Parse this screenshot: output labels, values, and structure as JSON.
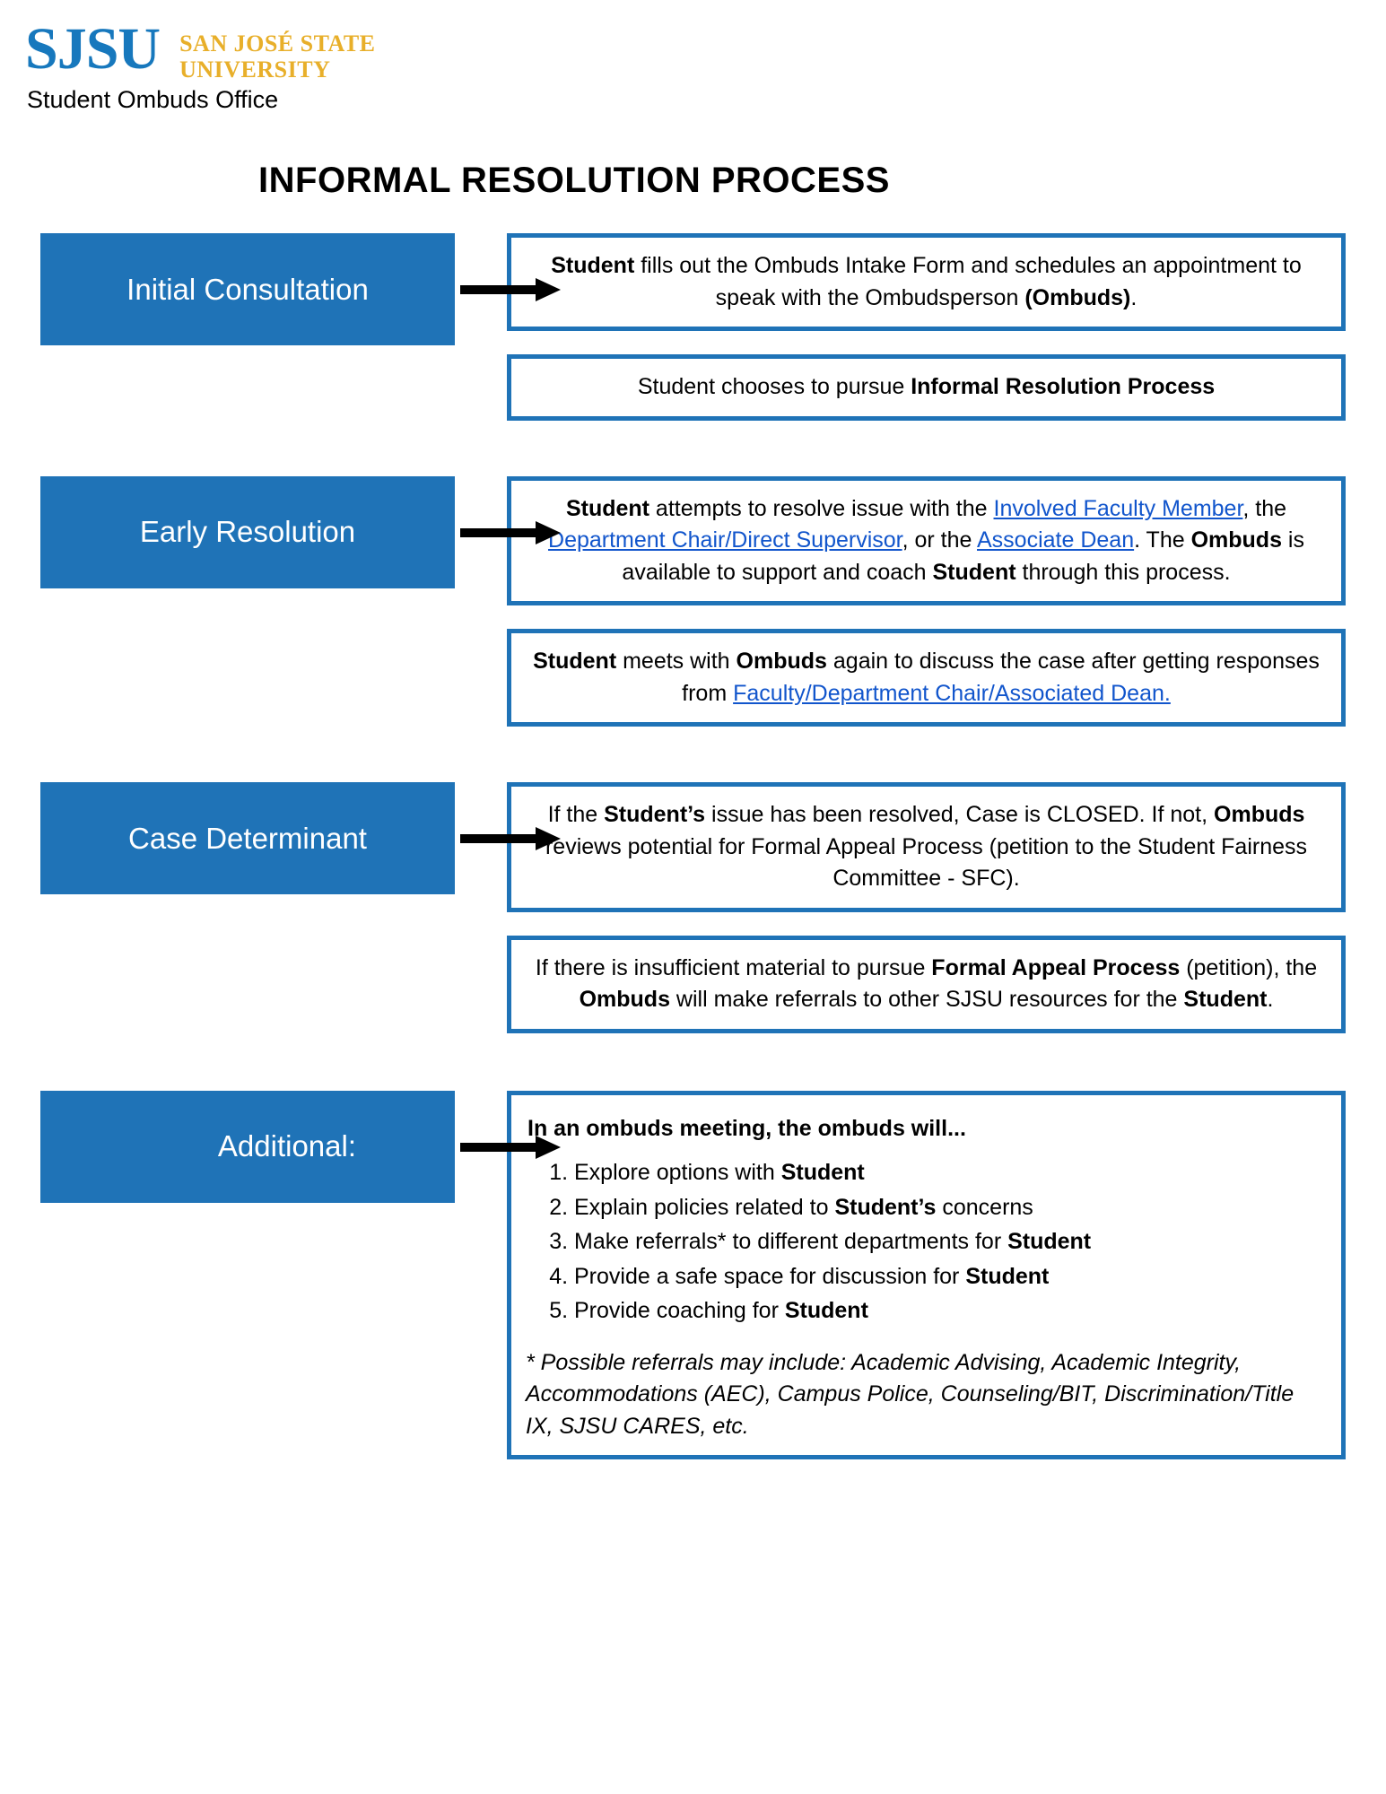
{
  "header": {
    "logo_mark": "SJSU",
    "logo_line1": "SAN JOSÉ STATE",
    "logo_line2": "UNIVERSITY",
    "office": "Student Ombuds Office",
    "brand_blue": "#1778bd",
    "brand_gold": "#e8af2a"
  },
  "document": {
    "title": "INFORMAL RESOLUTION PROCESS",
    "accent_color": "#1f73b7",
    "link_color": "#1155cc"
  },
  "sections": [
    {
      "label": "Initial Consultation",
      "boxes": [
        "Student fills out the Ombuds Intake Form and schedules an appointment to speak with the Ombudsperson (Ombuds).",
        "Student chooses to pursue Informal Resolution Process"
      ]
    },
    {
      "label": "Early Resolution",
      "boxes": [
        "Student attempts to resolve issue with the Involved Faculty Member, the Department Chair/Direct Supervisor, or the Associate Dean. The Ombuds is available to support and coach Student through this process.",
        "Student meets with Ombuds again to discuss the case after getting responses from Faculty/Department Chair/Associated Dean."
      ]
    },
    {
      "label": "Case Determinant",
      "boxes": [
        "If the Student’s issue has been resolved, Case is CLOSED. If not, Ombuds reviews potential for Formal Appeal Process (petition to the Student Fairness Committee - SFC).",
        "If there is insufficient material to pursue Formal Appeal Process (petition), the Ombuds will make referrals to other SJSU resources for the Student."
      ]
    },
    {
      "label": "Additional:",
      "heading": "In an ombuds meeting, the ombuds will...",
      "steps": [
        "Explore options with Student",
        "Explain policies related to Student’s concerns",
        "Make referrals* to different departments for Student",
        "Provide a safe space for discussion for Student",
        "Provide coaching for Student"
      ],
      "footnote": "* Possible referrals may include: Academic Advising, Academic Integrity, Accommodations (AEC), Campus Police, Counseling/BIT, Discrimination/Title IX, SJSU CARES, etc."
    }
  ],
  "rich_text": {
    "s1b1": [
      {
        "t": "Student",
        "b": true
      },
      {
        "t": " fills out the Ombuds Intake Form and schedules an appointment to speak with the Ombudsperson "
      },
      {
        "t": "(Ombuds)",
        "b": true
      },
      {
        "t": "."
      }
    ],
    "s1b2": [
      {
        "t": "Student chooses to pursue "
      },
      {
        "t": "Informal Resolution Process",
        "b": true
      }
    ],
    "s2b1": [
      {
        "t": "Student",
        "b": true
      },
      {
        "t": " attempts to resolve issue with the "
      },
      {
        "t": "Involved Faculty Member",
        "link": true
      },
      {
        "t": ", the "
      },
      {
        "t": "Department Chair/Direct Supervisor",
        "link": true
      },
      {
        "t": ", or the "
      },
      {
        "t": "Associate Dean",
        "link": true
      },
      {
        "t": ". The "
      },
      {
        "t": "Ombuds",
        "b": true
      },
      {
        "t": " is available to support and coach "
      },
      {
        "t": "Student",
        "b": true
      },
      {
        "t": " through this process."
      }
    ],
    "s2b2": [
      {
        "t": "Student",
        "b": true
      },
      {
        "t": " meets with "
      },
      {
        "t": "Ombuds",
        "b": true
      },
      {
        "t": " again to discuss the case after getting responses from "
      },
      {
        "t": "Faculty/Department Chair/Associated Dean.",
        "link": true
      }
    ],
    "s3b1": [
      {
        "t": "If the "
      },
      {
        "t": "Student’s",
        "b": true
      },
      {
        "t": " issue has been resolved, Case is CLOSED. If not, "
      },
      {
        "t": "Ombuds",
        "b": true
      },
      {
        "t": " reviews potential for Formal Appeal Process (petition to the Student Fairness Committee - SFC)."
      }
    ],
    "s3b2": [
      {
        "t": "If there is insufficient material to pursue "
      },
      {
        "t": "Formal Appeal Process",
        "b": true
      },
      {
        "t": " (petition), the "
      },
      {
        "t": "Ombuds",
        "b": true
      },
      {
        "t": " will make referrals to other SJSU resources for the "
      },
      {
        "t": "Student",
        "b": true
      },
      {
        "t": "."
      }
    ],
    "s4steps": [
      [
        {
          "t": "Explore options with "
        },
        {
          "t": "Student",
          "b": true
        }
      ],
      [
        {
          "t": "Explain policies related to "
        },
        {
          "t": "Student’s",
          "b": true
        },
        {
          "t": " concerns"
        }
      ],
      [
        {
          "t": "Make referrals* to different departments for "
        },
        {
          "t": "Student",
          "b": true
        }
      ],
      [
        {
          "t": "Provide a safe space for discussion for "
        },
        {
          "t": "Student",
          "b": true
        }
      ],
      [
        {
          "t": "Provide coaching for "
        },
        {
          "t": "Student",
          "b": true
        }
      ]
    ]
  }
}
